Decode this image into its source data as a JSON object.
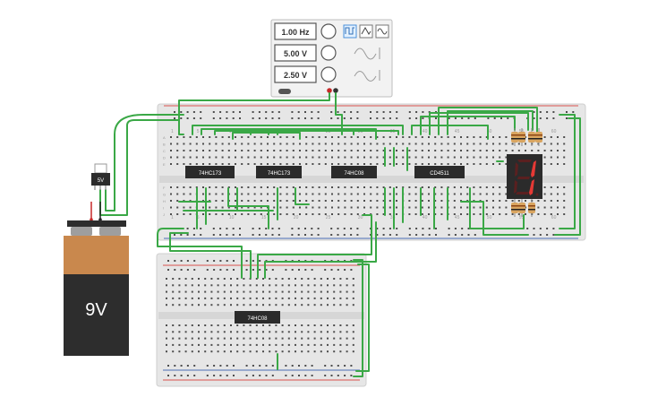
{
  "function_generator": {
    "frequency": "1.00 Hz",
    "amplitude": "5.00 V",
    "offset": "2.50 V",
    "waveforms": [
      "square-wave-icon",
      "triangle-wave-icon",
      "sine-wave-icon"
    ],
    "selected_waveform": "square-wave-icon"
  },
  "regulator": {
    "label": "5V"
  },
  "battery": {
    "label": "9V"
  },
  "chips": {
    "chip1": "74HC173",
    "chip2": "74HC173",
    "chip3": "74HC08",
    "chip4": "CD4511",
    "chip5": "74HC08"
  },
  "breadboard_main": {
    "column_numbers": [
      "1",
      "5",
      "10",
      "15",
      "20",
      "25",
      "30",
      "35",
      "40",
      "45",
      "50",
      "55",
      "60"
    ],
    "row_letters": [
      "A",
      "B",
      "C",
      "D",
      "E",
      "F",
      "G",
      "H",
      "I",
      "J"
    ]
  },
  "display": {
    "digit": "1"
  },
  "colors": {
    "wire": "#3aa846",
    "breadboard": "#e6e6e6",
    "chip": "#2b2b2b",
    "rail_red": "#d9534f",
    "rail_blue": "#4a6fb5",
    "battery_top": "#c9884d",
    "battery_body": "#2d2d2d",
    "display_segment": "#e53935"
  }
}
